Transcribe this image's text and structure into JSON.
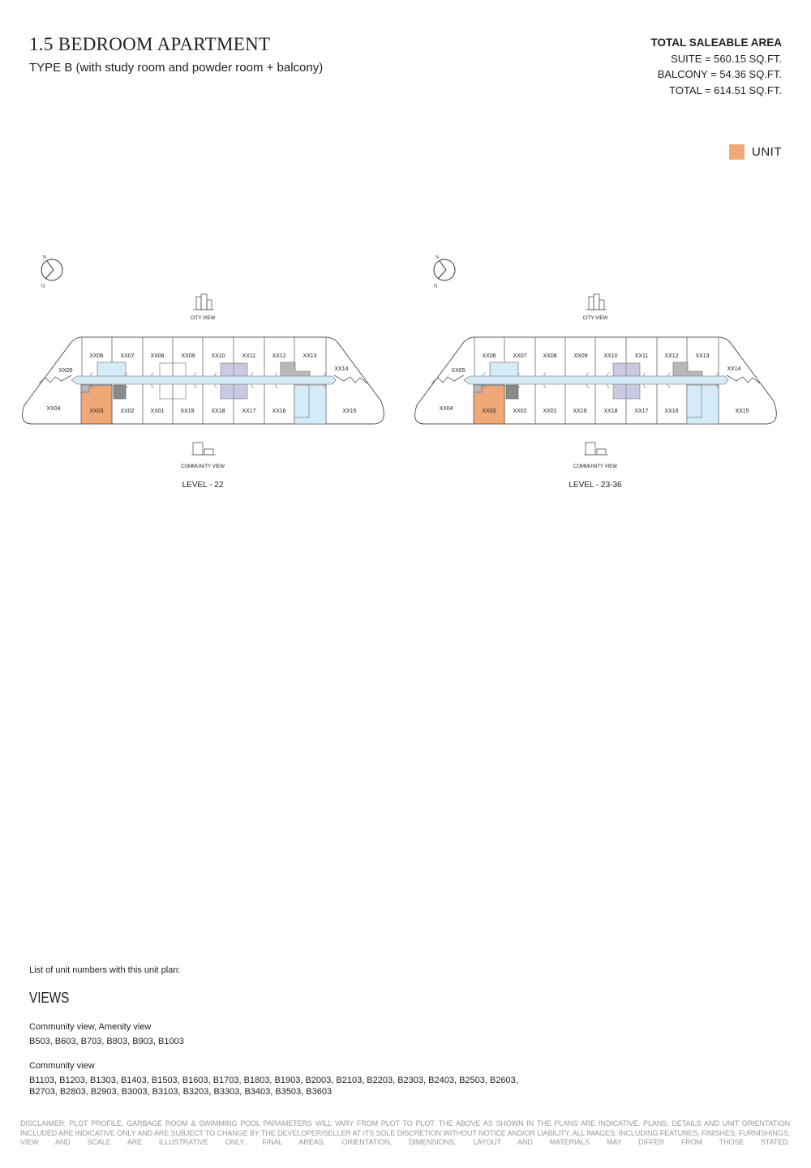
{
  "header": {
    "title": "1.5 BEDROOM APARTMENT",
    "subtitle": "TYPE B (with study room and powder room + balcony)"
  },
  "area": {
    "heading": "TOTAL SALEABLE AREA",
    "suite": "SUITE = 560.15 SQ.FT.",
    "balcony": "BALCONY = 54.36 SQ.FT.",
    "total": "TOTAL = 614.51 SQ.FT."
  },
  "legend": {
    "label": "UNIT",
    "color": "#f0a878"
  },
  "compass": {
    "n": "N",
    "q": "Q"
  },
  "plans": [
    {
      "level": "LEVEL - 22",
      "top_view": "CITY VIEW",
      "bottom_view": "COMMUNITY VIEW",
      "stair_box": true
    },
    {
      "level": "LEVEL - 23-36",
      "top_view": "CITY VIEW",
      "bottom_view": "COMMUNITY VIEW",
      "stair_box": false
    }
  ],
  "units": [
    "XX01",
    "XX02",
    "XX03",
    "XX04",
    "XX05",
    "XX06",
    "XX07",
    "XX08",
    "XX09",
    "XX10",
    "XX11",
    "XX12",
    "XX13",
    "XX14",
    "XX15",
    "XX16",
    "XX17",
    "XX18",
    "XX19"
  ],
  "highlight_unit": "XX03",
  "colors": {
    "unit": "#f0a878",
    "corridor": "#d4ecf8",
    "lift": "#c9c9e2",
    "gray": "#b8b8b8",
    "dark": "#8a8a8a"
  },
  "lists": {
    "intro": "List of unit numbers with this unit plan:",
    "views_heading": "VIEWS",
    "groups": [
      {
        "heading": "Community view, Amenity view",
        "units": "B503, B603, B703, B803, B903, B1003"
      },
      {
        "heading": "Community view",
        "units": "B1103, B1203, B1303, B1403, B1503, B1603, B1703, B1803, B1903, B2003, B2103, B2203, B2303, B2403, B2503, B2603,",
        "units2": "B2703, B2803, B2903, B3003, B3103, B3203, B3303, B3403, B3503, B3603"
      }
    ]
  },
  "disclaimer": "DISCLAIMER: PLOT PROFILE, GARBAGE ROOM & SWIMMING POOL PARAMETERS WILL VARY FROM PLOT TO PLOT. THE ABOVE AS SHOWN IN THE PLANS ARE INDICATIVE. PLANS, DETAILS AND UNIT ORIENTATION INCLUDED ARE INDICATIVE ONLY AND ARE SUBJECT TO CHANGE BY THE DEVELOPER/SELLER AT ITS SOLE DISCRETION WITHOUT NOTICE AND/OR LIABILITY. ALL IMAGES, INCLUDING FEATURES, FINISHES, FURNISHINGS, VIEW AND SCALE ARE ILLUSTRATIVE ONLY. FINAL AREAS, ORIENTATION, DIMENSIONS, LAYOUT AND MATERIALS MAY DIFFER FROM THOSE STATED."
}
